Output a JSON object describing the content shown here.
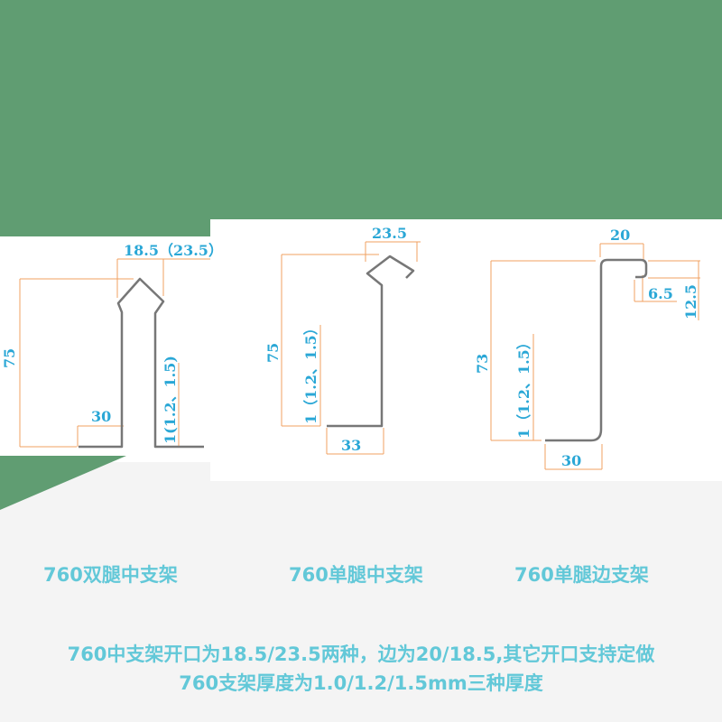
{
  "diagrams": [
    {
      "caption": "760双腿中支架",
      "height": "75",
      "top_width": "18.5（23.5）",
      "bottom_width": "30",
      "thickness": "1(1.2、1.5)"
    },
    {
      "caption": "760单腿中支架",
      "height": "75",
      "top_width": "23.5",
      "bottom_width": "33",
      "thickness": "1（1.2、1.5）"
    },
    {
      "caption": "760单腿边支架",
      "height": "73",
      "top_width": "20",
      "lip_inner": "6.5",
      "lip_outer": "12.5",
      "bottom_width": "30",
      "thickness": "1（1.2、1.5）"
    }
  ],
  "notes": [
    "760中支架开口为18.5/23.5两种，边为20/18.5,其它开口支持定做",
    "760支架厚度为1.0/1.2/1.5mm三种厚度"
  ],
  "colors": {
    "background_green": "#609d72",
    "dimension_line": "#f0a060",
    "dimension_text": "#2aa7d6",
    "caption_text": "#62c8d8"
  }
}
